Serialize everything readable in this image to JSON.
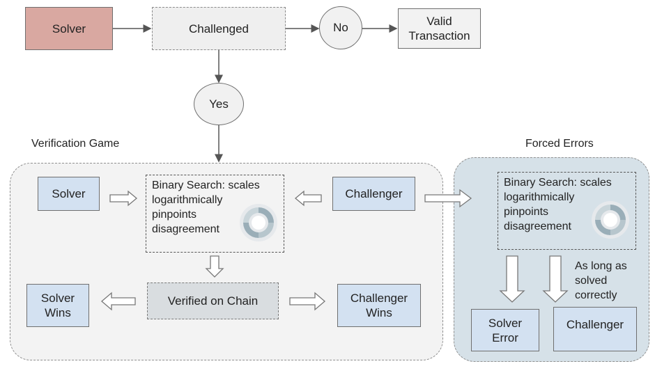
{
  "top_flow": {
    "solver": "Solver",
    "challenged": "Challenged",
    "no": "No",
    "valid_line1": "Valid",
    "valid_line2": "Transaction",
    "yes": "Yes"
  },
  "verification_game": {
    "title": "Verification Game",
    "solver": "Solver",
    "challenger": "Challenger",
    "search_lines": [
      "Binary Search: scales",
      "logarithmically",
      "pinpoints",
      "disagreement"
    ],
    "verified": "Verified on Chain",
    "solver_wins_lines": [
      "Solver",
      "Wins"
    ],
    "challenger_wins_lines": [
      "Challenger",
      "Wins"
    ]
  },
  "forced_errors": {
    "title": "Forced Errors",
    "search_lines": [
      "Binary Search: scales",
      "logarithmically",
      "pinpoints",
      "disagreement"
    ],
    "note_lines": [
      "As long as",
      "solved",
      "correctly"
    ],
    "solver_error_lines": [
      "Solver",
      "Error"
    ],
    "challenger_label": "Challenger"
  },
  "colors": {
    "solver_top": "#d9a8a1",
    "challenged": "#efefef",
    "blue_box": "#d3e1f1",
    "verified": "#d9dde0",
    "region_left": "#f3f3f3",
    "region_right": "#d6e1e8"
  }
}
